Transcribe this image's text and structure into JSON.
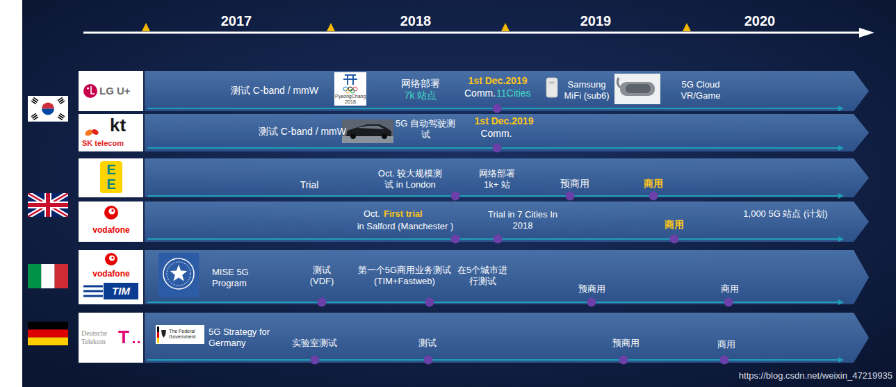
{
  "diagram": {
    "nodes": [
      {
        "text": [
          "LG U+"
        ]
      },
      {
        "text": [
          "测试 C-band / mmW",
          "网络部署",
          "7k 站点",
          "1st Dec.2019",
          "Comm.",
          "11Cities",
          "Samsung MiFi (sub6)",
          "5G Cloud VR/Game"
        ]
      },
      {
        "text": [
          "kt",
          "SK telecom"
        ]
      },
      {
        "text": [
          "测试 C-band / mmW",
          "5G 自动驾驶测试",
          "1st Dec.2019",
          "Comm."
        ]
      },
      {
        "text": [
          "EE"
        ]
      },
      {
        "text": [
          "Trial",
          "Oct. 较大规模测试 in London",
          "网络部署 1k+ 站",
          "预商用",
          "商用"
        ]
      },
      {
        "text": [
          "vodafone"
        ]
      },
      {
        "text": [
          "Oct.",
          "First trial",
          "in Salford (Manchester )",
          "Trial in 7 Cities In 2018",
          "商用",
          "1,000 5G 站点 (计划)"
        ]
      },
      {
        "text": [
          "vodafone",
          "TIM"
        ]
      },
      {
        "text": [
          "MISE 5G Program",
          "测试 (VDF)",
          "第一个5G商用业务测试 (TIM+Fastweb)",
          "在5个城市进行测试",
          "预商用",
          "商用"
        ]
      },
      {
        "text": [
          "Deutsche Telekom",
          "T"
        ]
      },
      {
        "text": [
          "5G Strategy for Germany",
          "实验室测试",
          "测试",
          "预商用",
          "商用"
        ]
      }
    ],
    "labels": [
      "2017",
      "2018",
      "2019",
      "2020",
      "PyeongChang 2018",
      "The Federal Government",
      "https://blog.csdn.net/weixin_47219935"
    ]
  }
}
